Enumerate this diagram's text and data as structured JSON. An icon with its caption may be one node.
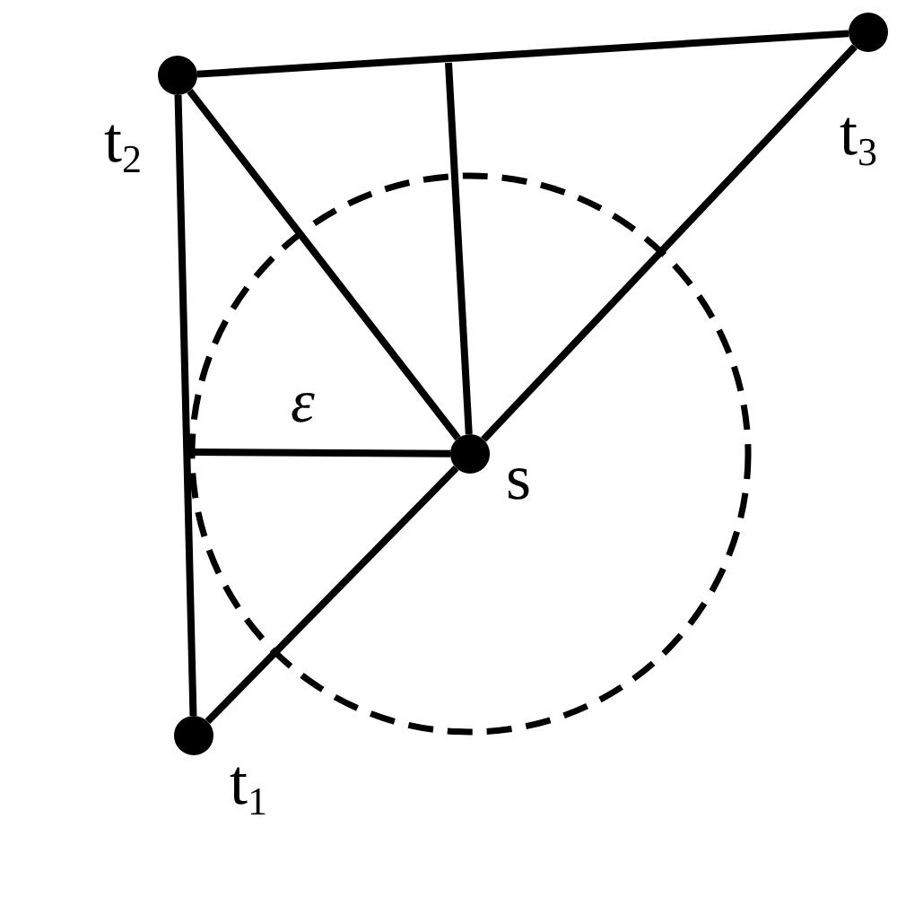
{
  "diagram": {
    "nodes": [
      {
        "text": [],
        "shape": "circle",
        "beside": [
          "t$_{2}$"
        ]
      },
      {
        "text": [],
        "shape": "circle",
        "beside": [
          "t$_{3}$"
        ]
      },
      {
        "text": [],
        "shape": "circle",
        "beside": [
          "s"
        ]
      },
      {
        "text": [],
        "shape": "circle",
        "beside": [
          "t$_{1}$"
        ]
      }
    ],
    "edges": [
      {
        "from": 0,
        "to": 1,
        "arrow": "none"
      },
      {
        "from": 0,
        "to": 3,
        "arrow": "none"
      },
      {
        "from": 0,
        "to": 2,
        "arrow": "none"
      },
      {
        "from": 3,
        "to": 2,
        "arrow": "none"
      },
      {
        "from": 2,
        "to": 1,
        "arrow": "none"
      },
      {
        "from": 2,
        "to": null,
        "arrow": "none"
      },
      {
        "from": 2,
        "to": null,
        "arrow": "none",
        "label": "ε"
      }
    ]
  }
}
